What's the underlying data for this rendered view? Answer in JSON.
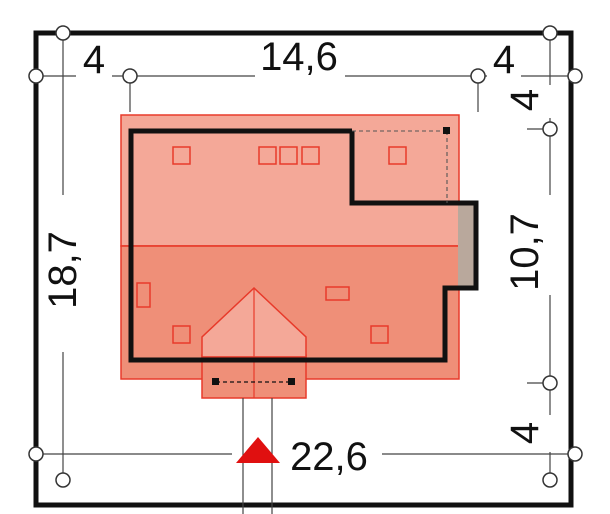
{
  "plot": {
    "width_total": "22,6",
    "depth_total": "18,7",
    "house_width": "14,6",
    "house_depth": "10,7",
    "setback_left": "4",
    "setback_right": "4",
    "setback_top": "4",
    "setback_bottom": "4"
  },
  "colors": {
    "plot_border": "#111111",
    "roof_upper": "#f4a898",
    "roof_lower": "#ef8f78",
    "roof_edge": "#e83a2a",
    "wall": "#111111",
    "entrance_arrow": "#e01010",
    "terrace": "#b9a89c"
  },
  "icons": {
    "entrance": "entrance-triangle-icon"
  }
}
